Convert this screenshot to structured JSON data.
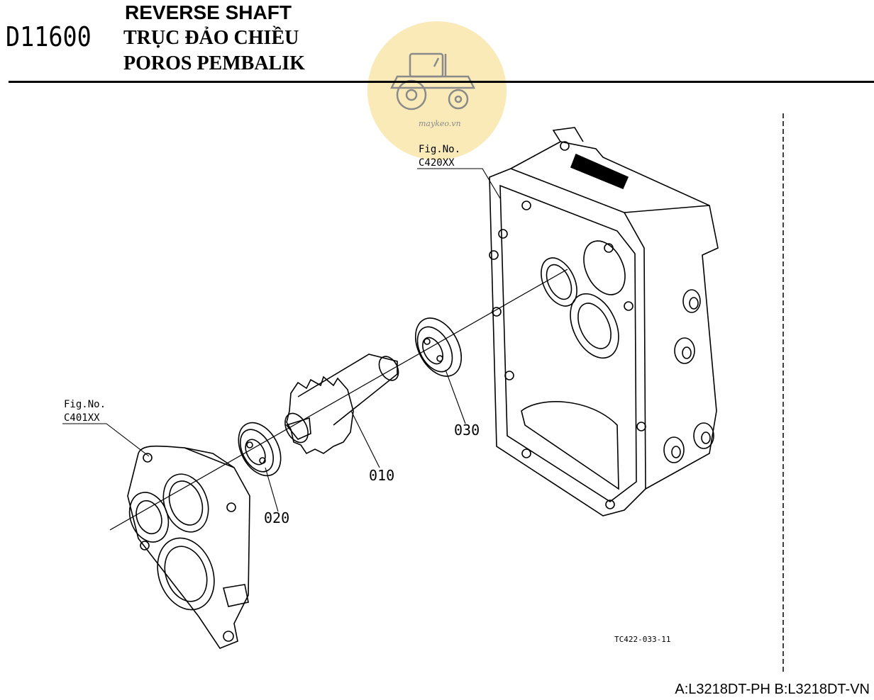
{
  "header": {
    "code": "D11600",
    "title_en": "REVERSE SHAFT",
    "title_vi": "TRỤC ĐẢO CHIỀU",
    "title_id": "POROS PEMBALIK"
  },
  "watermark": {
    "text": "maykeo.vn",
    "color": "#f7e3a0",
    "icon": "tractor-icon"
  },
  "figure_refs": [
    {
      "label": "Fig.No.",
      "code": "C420XX"
    },
    {
      "label": "Fig.No.",
      "code": "C401XX"
    }
  ],
  "parts": [
    {
      "number": "010"
    },
    {
      "number": "020"
    },
    {
      "number": "030"
    }
  ],
  "drawing_code": "TC422-033-11",
  "footer": "A:L3218DT-PH B:L3218DT-VN"
}
